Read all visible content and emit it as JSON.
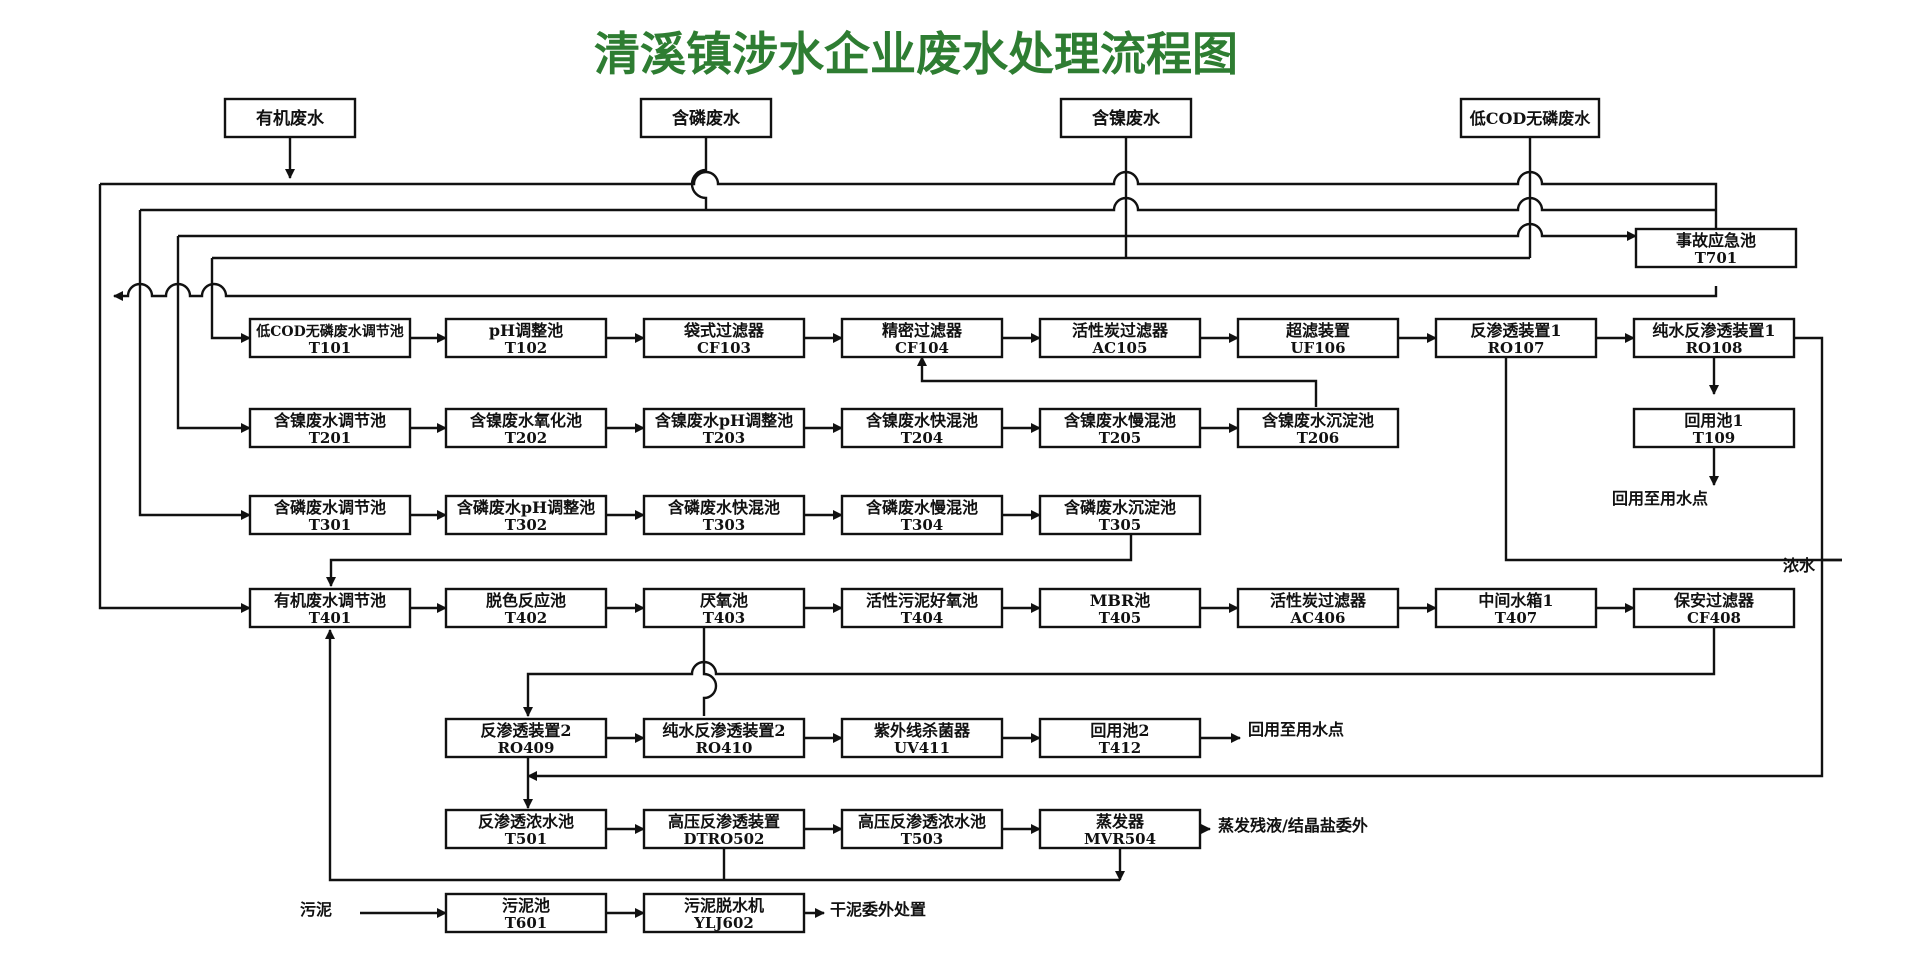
{
  "title": "清溪镇涉水企业废水处理流程图",
  "sources": [
    {
      "id": "organic",
      "label": "有机废水"
    },
    {
      "id": "phos",
      "label": "含磷废水"
    },
    {
      "id": "nickel",
      "label": "含镍废水"
    },
    {
      "id": "lowcod",
      "label": "低COD无磷废水"
    }
  ],
  "units": [
    {
      "id": "T701",
      "name": "事故应急池",
      "code": "T701"
    },
    {
      "id": "T101",
      "name": "低COD无磷废水调节池",
      "code": "T101"
    },
    {
      "id": "T102",
      "name": "pH调整池",
      "code": "T102"
    },
    {
      "id": "CF103",
      "name": "袋式过滤器",
      "code": "CF103"
    },
    {
      "id": "CF104",
      "name": "精密过滤器",
      "code": "CF104"
    },
    {
      "id": "AC105",
      "name": "活性炭过滤器",
      "code": "AC105"
    },
    {
      "id": "UF106",
      "name": "超滤装置",
      "code": "UF106"
    },
    {
      "id": "RO107",
      "name": "反渗透装置1",
      "code": "RO107"
    },
    {
      "id": "RO108",
      "name": "纯水反渗透装置1",
      "code": "RO108"
    },
    {
      "id": "T109",
      "name": "回用池1",
      "code": "T109"
    },
    {
      "id": "T201",
      "name": "含镍废水调节池",
      "code": "T201"
    },
    {
      "id": "T202",
      "name": "含镍废水氧化池",
      "code": "T202"
    },
    {
      "id": "T203",
      "name": "含镍废水pH调整池",
      "code": "T203"
    },
    {
      "id": "T204",
      "name": "含镍废水快混池",
      "code": "T204"
    },
    {
      "id": "T205",
      "name": "含镍废水慢混池",
      "code": "T205"
    },
    {
      "id": "T206",
      "name": "含镍废水沉淀池",
      "code": "T206"
    },
    {
      "id": "T301",
      "name": "含磷废水调节池",
      "code": "T301"
    },
    {
      "id": "T302",
      "name": "含磷废水pH调整池",
      "code": "T302"
    },
    {
      "id": "T303",
      "name": "含磷废水快混池",
      "code": "T303"
    },
    {
      "id": "T304",
      "name": "含磷废水慢混池",
      "code": "T304"
    },
    {
      "id": "T305",
      "name": "含磷废水沉淀池",
      "code": "T305"
    },
    {
      "id": "T401",
      "name": "有机废水调节池",
      "code": "T401"
    },
    {
      "id": "T402",
      "name": "脱色反应池",
      "code": "T402"
    },
    {
      "id": "T403",
      "name": "厌氧池",
      "code": "T403"
    },
    {
      "id": "T404",
      "name": "活性污泥好氧池",
      "code": "T404"
    },
    {
      "id": "T405",
      "name": "MBR池",
      "code": "T405"
    },
    {
      "id": "AC406",
      "name": "活性炭过滤器",
      "code": "AC406"
    },
    {
      "id": "T407",
      "name": "中间水箱1",
      "code": "T407"
    },
    {
      "id": "CF408",
      "name": "保安过滤器",
      "code": "CF408"
    },
    {
      "id": "RO409",
      "name": "反渗透装置2",
      "code": "RO409"
    },
    {
      "id": "RO410",
      "name": "纯水反渗透装置2",
      "code": "RO410"
    },
    {
      "id": "UV411",
      "name": "紫外线杀菌器",
      "code": "UV411"
    },
    {
      "id": "T412",
      "name": "回用池2",
      "code": "T412"
    },
    {
      "id": "T501",
      "name": "反渗透浓水池",
      "code": "T501"
    },
    {
      "id": "DTRO502",
      "name": "高压反渗透装置",
      "code": "DTRO502"
    },
    {
      "id": "T503",
      "name": "高压反渗透浓水池",
      "code": "T503"
    },
    {
      "id": "MVR504",
      "name": "蒸发器",
      "code": "MVR504"
    },
    {
      "id": "T601",
      "name": "污泥池",
      "code": "T601"
    },
    {
      "id": "YLJ602",
      "name": "污泥脱水机",
      "code": "YLJ602"
    }
  ],
  "labels": {
    "reuse1": "回用至用水点",
    "concentrate": "浓水",
    "reuse2": "回用至用水点",
    "evap_out": "蒸发残液/结晶盐委外",
    "sludge_in": "污泥",
    "sludge_out": "干泥委外处置"
  }
}
